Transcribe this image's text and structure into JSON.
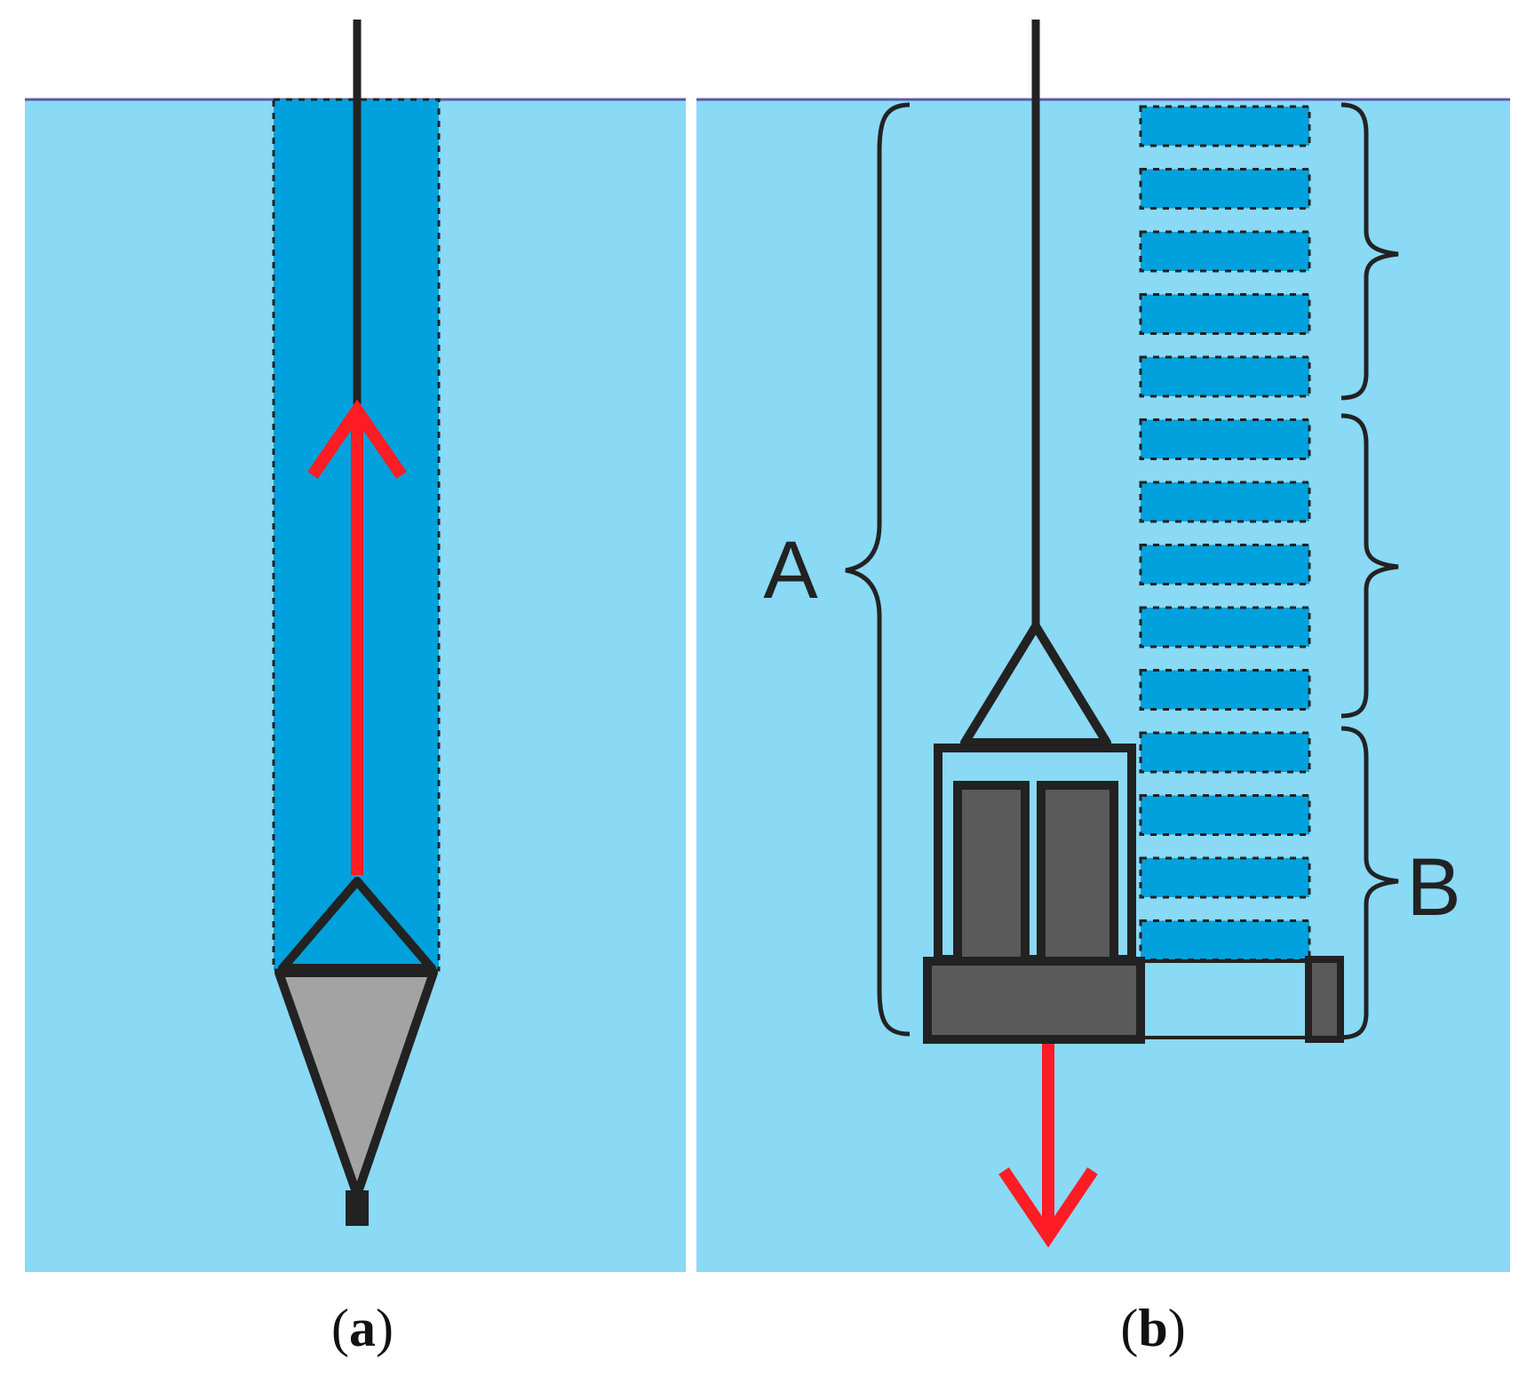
{
  "colors": {
    "water": "#8ad9f5",
    "sampled_column": "#00a1dc",
    "surface_line": "#5b59ab",
    "outline": "#222222",
    "arrow": "#ff1c24",
    "sampler_dark": "#5a5a5a",
    "cone_gray": "#a3a3a3"
  },
  "panel_a": {
    "caption_open": "(",
    "caption_letter": "a",
    "caption_close": ")",
    "arrow_direction": "up"
  },
  "panel_b": {
    "caption_open": "(",
    "caption_letter": "b",
    "caption_close": ")",
    "label_a": "A",
    "label_b": "B",
    "arrow_direction": "down"
  }
}
